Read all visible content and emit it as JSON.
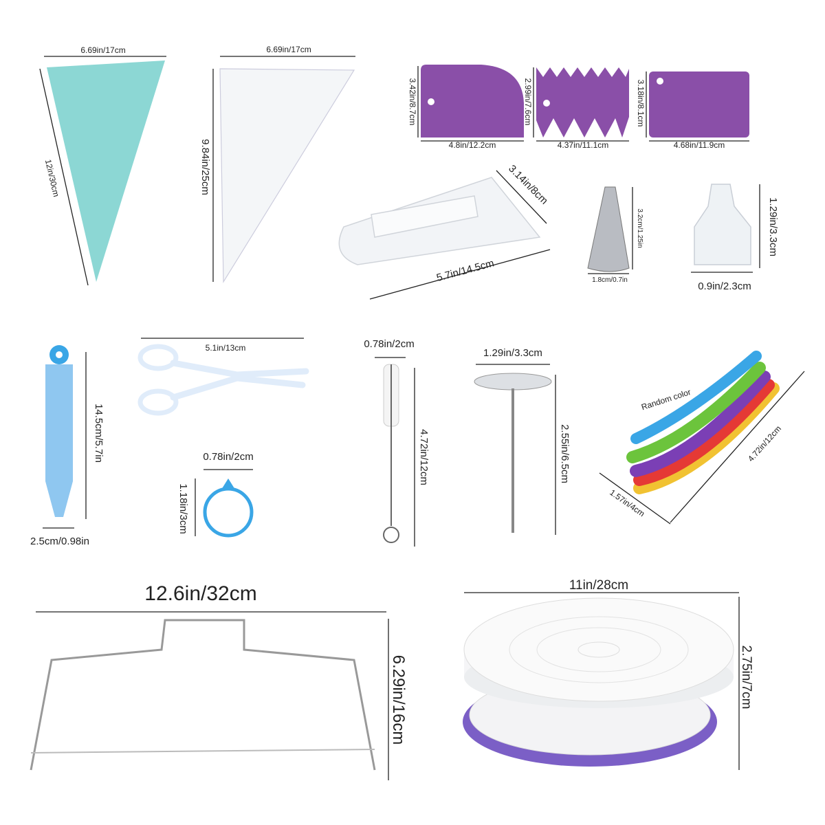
{
  "colors": {
    "teal_bag": "#7fd3cf",
    "scraper_purple": "#8a4fa8",
    "pen_blue": "#8fc7f0",
    "ring_blue": "#3aa6e6",
    "turntable_base": "#7b5fc6"
  },
  "items": {
    "silicone_bag": {
      "width": "6.69in/17cm",
      "length": "12in/30cm"
    },
    "disposable_bag": {
      "width": "6.69in/17cm",
      "length": "9.84in/25cm"
    },
    "scraper_round": {
      "height": "3.42in/8.7cm",
      "width": "4.8in/12.2cm"
    },
    "scraper_comb": {
      "height": "2.99in/7.6cm",
      "width": "4.37in/11.1cm"
    },
    "scraper_square": {
      "height": "3.18in/8.1cm",
      "width": "4.68in/11.9cm"
    },
    "smoother": {
      "depth": "3.14in/8cm",
      "length": "5.7in/14.5cm"
    },
    "nozzle": {
      "height": "3.2cm/1.25in",
      "width": "1.8cm/0.7in"
    },
    "coupler": {
      "height": "1.29in/3.3cm",
      "width": "0.9in/2.3cm"
    },
    "decorating_pen": {
      "length": "14.5cm/5.7in",
      "width": "2.5cm/0.98in"
    },
    "lifter_scissors": {
      "length": "5.1in/13cm"
    },
    "bag_ring": {
      "width": "0.78in/2cm",
      "height": "1.18in/3cm"
    },
    "cleaning_brush": {
      "width": "0.78in/2cm",
      "length": "4.72in/12cm"
    },
    "flower_nail": {
      "width": "1.29in/3.3cm",
      "length": "2.55in/6.5cm"
    },
    "measuring_spoons": {
      "note": "Random color",
      "length": "4.72in/12cm",
      "width": "1.57in/4cm"
    },
    "cake_leveler": {
      "width": "12.6in/32cm",
      "height": "6.29in/16cm"
    },
    "turntable": {
      "diameter": "11in/28cm",
      "height": "2.75in/7cm"
    }
  }
}
